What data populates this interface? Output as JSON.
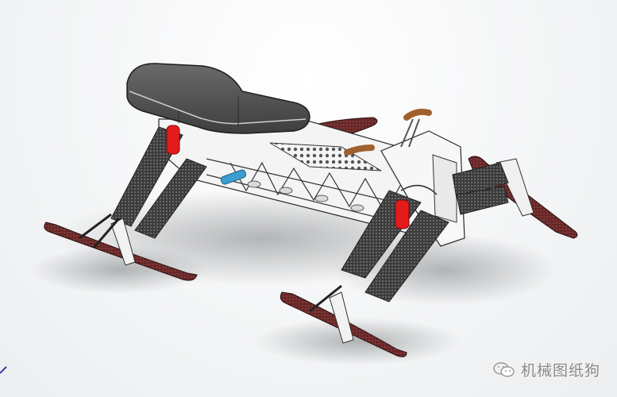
{
  "image": {
    "subject": "CAD rendering of a ski-legged snow bike / ski vehicle frame",
    "elements": [
      "seat",
      "handlebar grips",
      "lattice frame",
      "four ski legs",
      "red shock absorbers",
      "blue spring foot peg"
    ]
  },
  "colors": {
    "background": "#f4f5f6",
    "seat": "#5a5a5a",
    "frame": "#f2f2f2",
    "ski": "#6b2a2a",
    "shock": "#e41b1b",
    "peg": "#3a9fd0",
    "grip": "#a0602e",
    "watermark": "#8a8a8a"
  },
  "watermark": {
    "icon": "wechat-icon",
    "text": "机械图纸狗"
  }
}
